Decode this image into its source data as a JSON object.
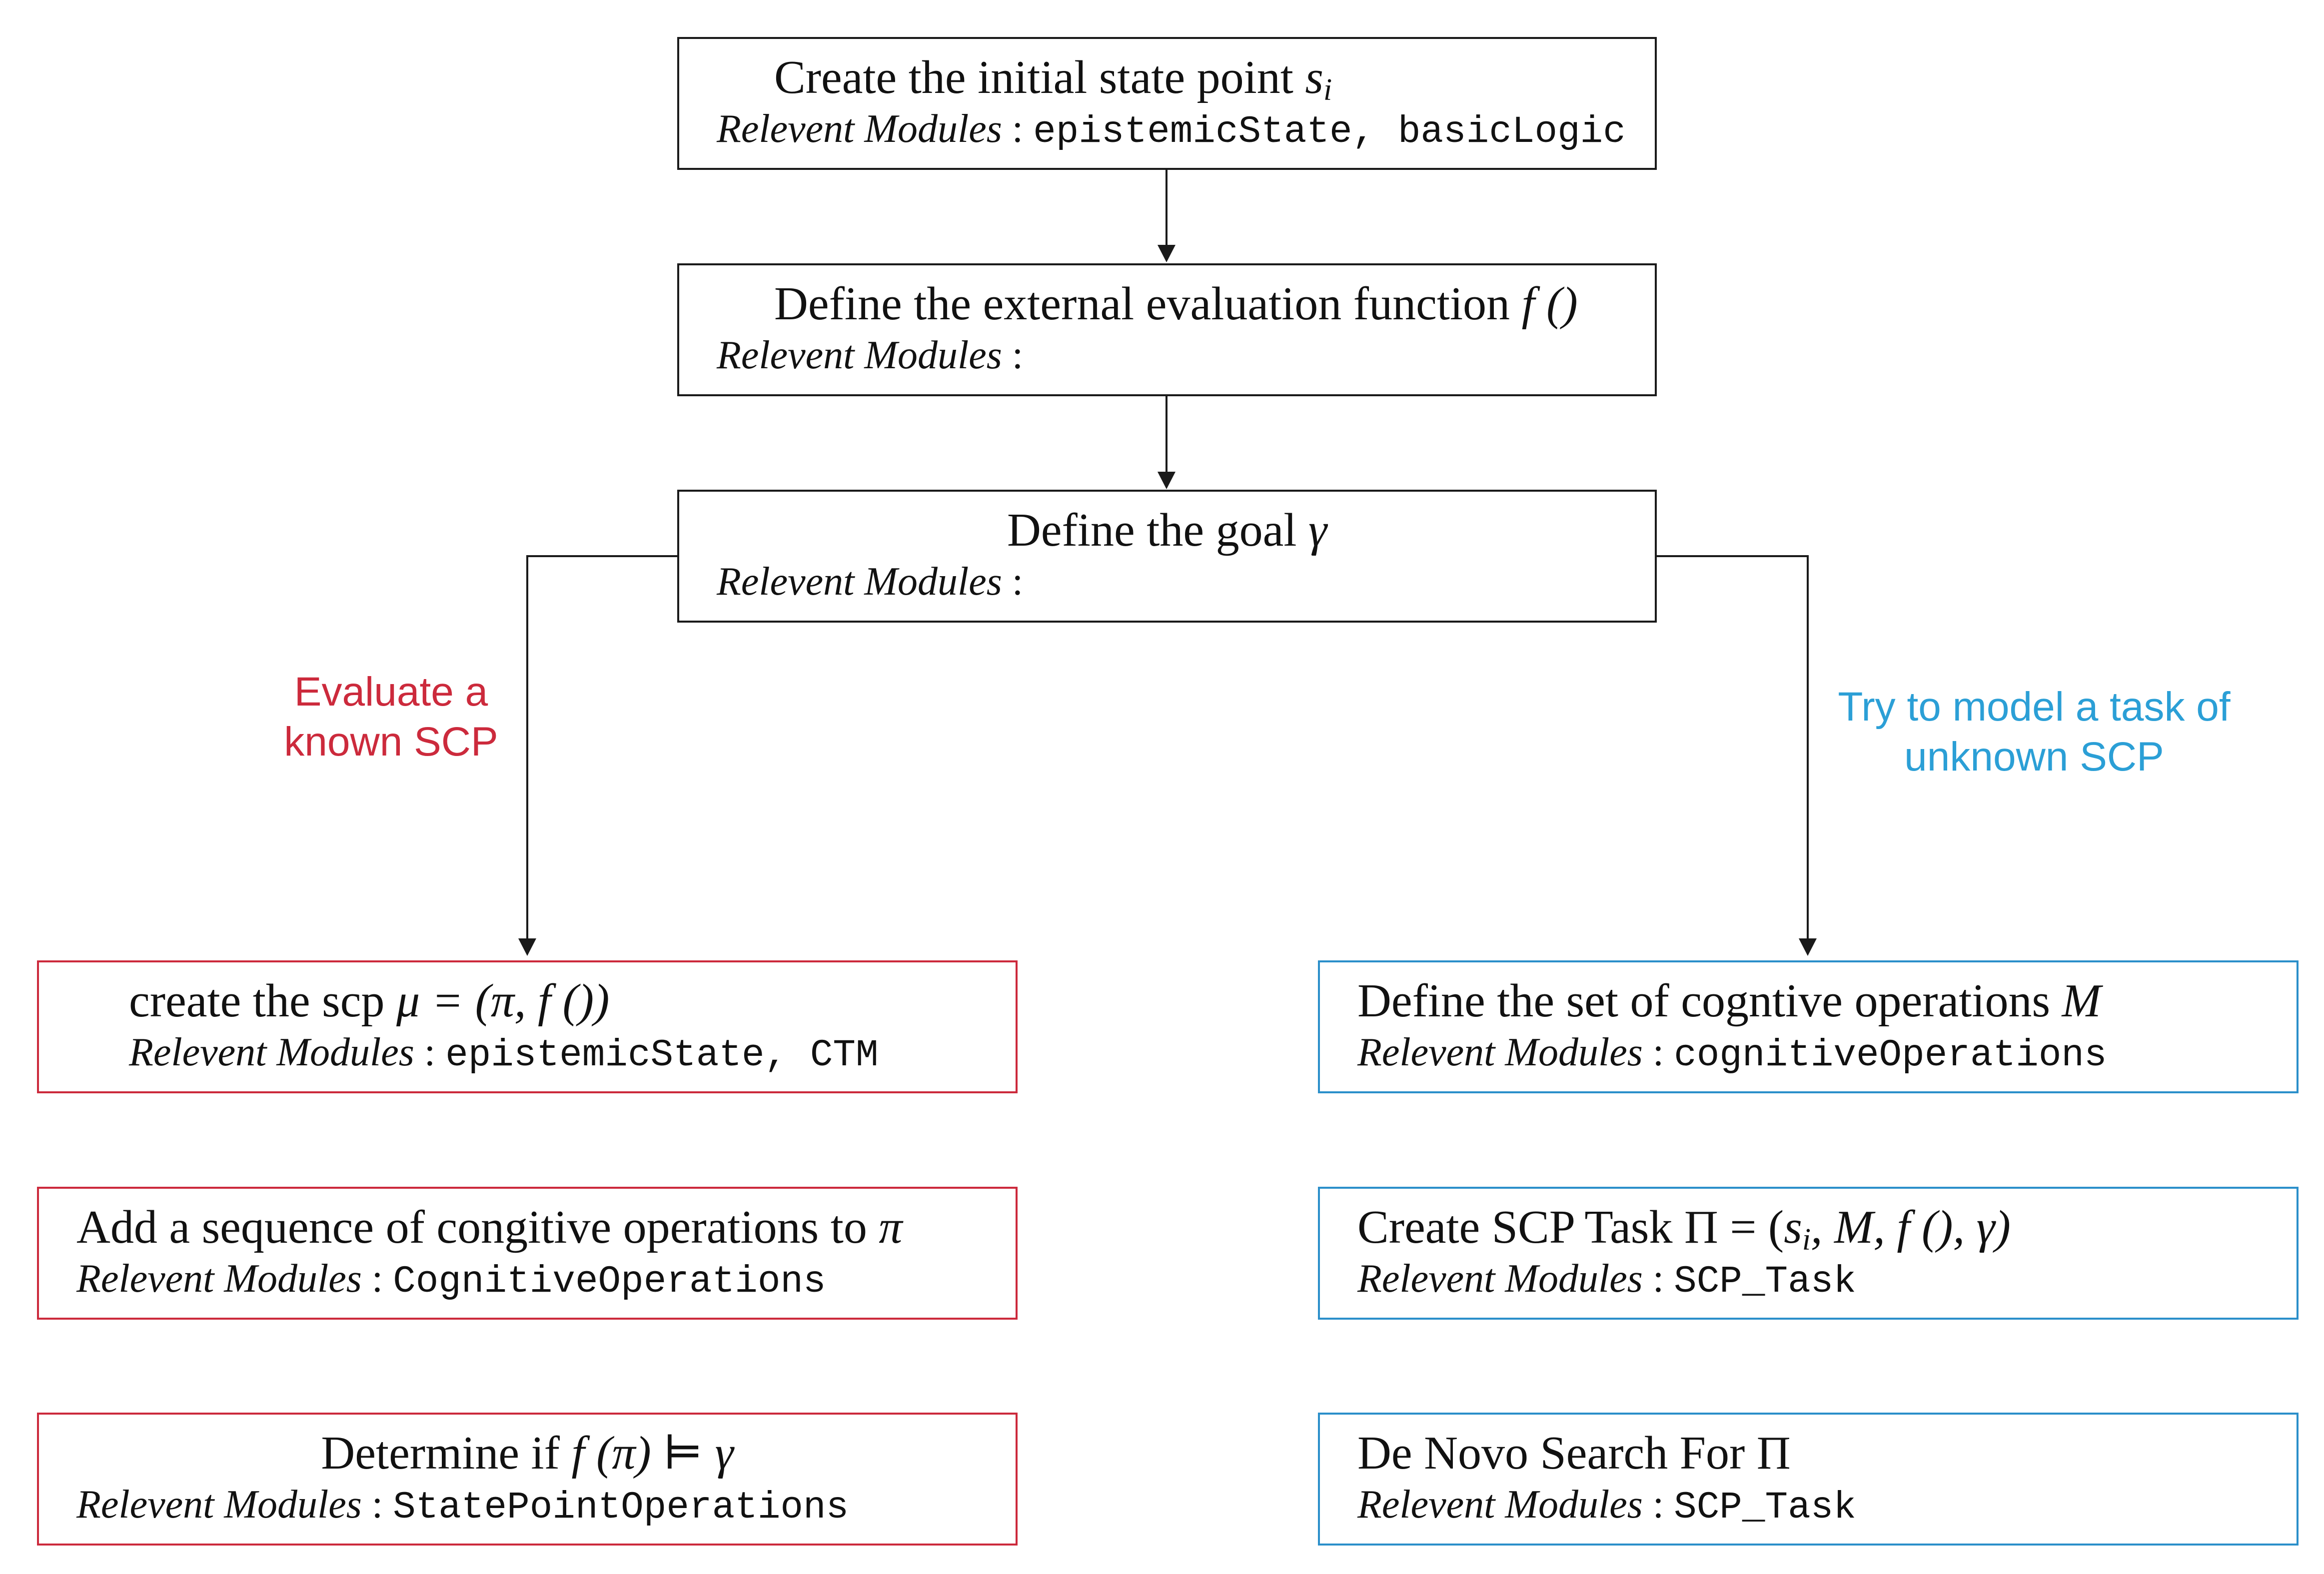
{
  "colors": {
    "neutral": "#1a1a1a",
    "left_branch": "#cc2a3c",
    "right_branch": "#2b9fd6"
  },
  "modules_label": "Relevent Modules",
  "branches": {
    "left": {
      "line1": "Evaluate a",
      "line2": "known SCP"
    },
    "right": {
      "line1": "Try to model a task of",
      "line2": "unknown SCP"
    }
  },
  "nodes": {
    "initial_state": {
      "text": "Create the initial state point ",
      "math": "s",
      "math_sub": "i",
      "modules": "epistemicState, basicLogic"
    },
    "eval_function": {
      "text": "Define the external evaluation function ",
      "math": "f ()",
      "modules": ""
    },
    "goal": {
      "text": "Define the goal ",
      "math": "γ",
      "modules": ""
    },
    "create_scp": {
      "text": "create the scp ",
      "math": "μ = (π, f ())",
      "modules": "epistemicState, CTM"
    },
    "add_sequence": {
      "text": "Add a sequence of congitive operations to ",
      "math": "π",
      "modules": "CognitiveOperations"
    },
    "determine": {
      "text": "Determine if ",
      "math": "f (π) ⊨ γ",
      "modules": "StatePointOperations"
    },
    "define_ops": {
      "text": "Define the set of cogntive operations ",
      "math": "M",
      "modules": "cognitiveOperations"
    },
    "create_task": {
      "text": "Create SCP Task Π = (",
      "math": "s",
      "math_sub": "i",
      "text_after": ", M, f (), γ)",
      "modules": "SCP_Task"
    },
    "de_novo": {
      "text": "De Novo Search For Π",
      "modules": "SCP_Task"
    }
  }
}
